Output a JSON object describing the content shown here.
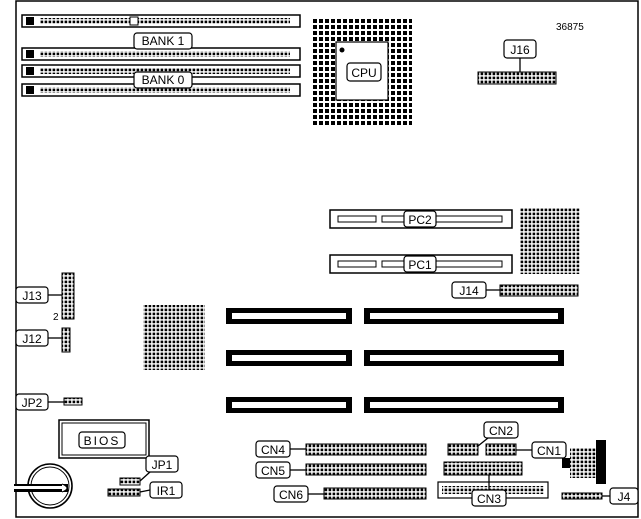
{
  "diagram": {
    "reference_number": "36875",
    "labels": {
      "bank1": "BANK 1",
      "bank0": "BANK 0",
      "cpu": "CPU",
      "j16": "J16",
      "pc2": "PC2",
      "pc1": "PC1",
      "j14": "J14",
      "j13": "J13",
      "j13_pin": "2",
      "j12": "J12",
      "jp2": "JP2",
      "bios": "BIOS",
      "jp1": "JP1",
      "ir1": "IR1",
      "cn4": "CN4",
      "cn5": "CN5",
      "cn6": "CN6",
      "cn2": "CN2",
      "cn1": "CN1",
      "cn3": "CN3",
      "j4": "J4"
    }
  },
  "colors": {
    "ink": "#000000",
    "paper": "#ffffff"
  }
}
